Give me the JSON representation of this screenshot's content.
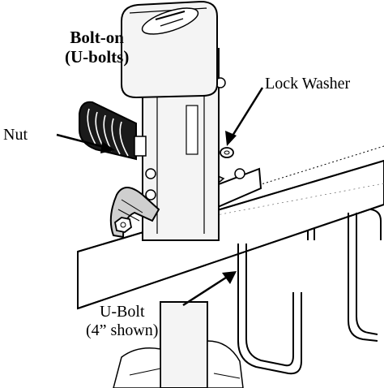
{
  "figure": {
    "title_line1": "Bolt-on",
    "title_line2": "(U-bolts)"
  },
  "callouts": {
    "lock_washer": "Lock Washer",
    "nut": "Nut",
    "ubolt_line1": "U-Bolt",
    "ubolt_line2": "(4” shown)"
  },
  "colors": {
    "line": "#000000",
    "background": "#ffffff",
    "body_fill": "#f4f4f4",
    "shade": "#cfcfcf",
    "dark": "#1a1a1a"
  }
}
